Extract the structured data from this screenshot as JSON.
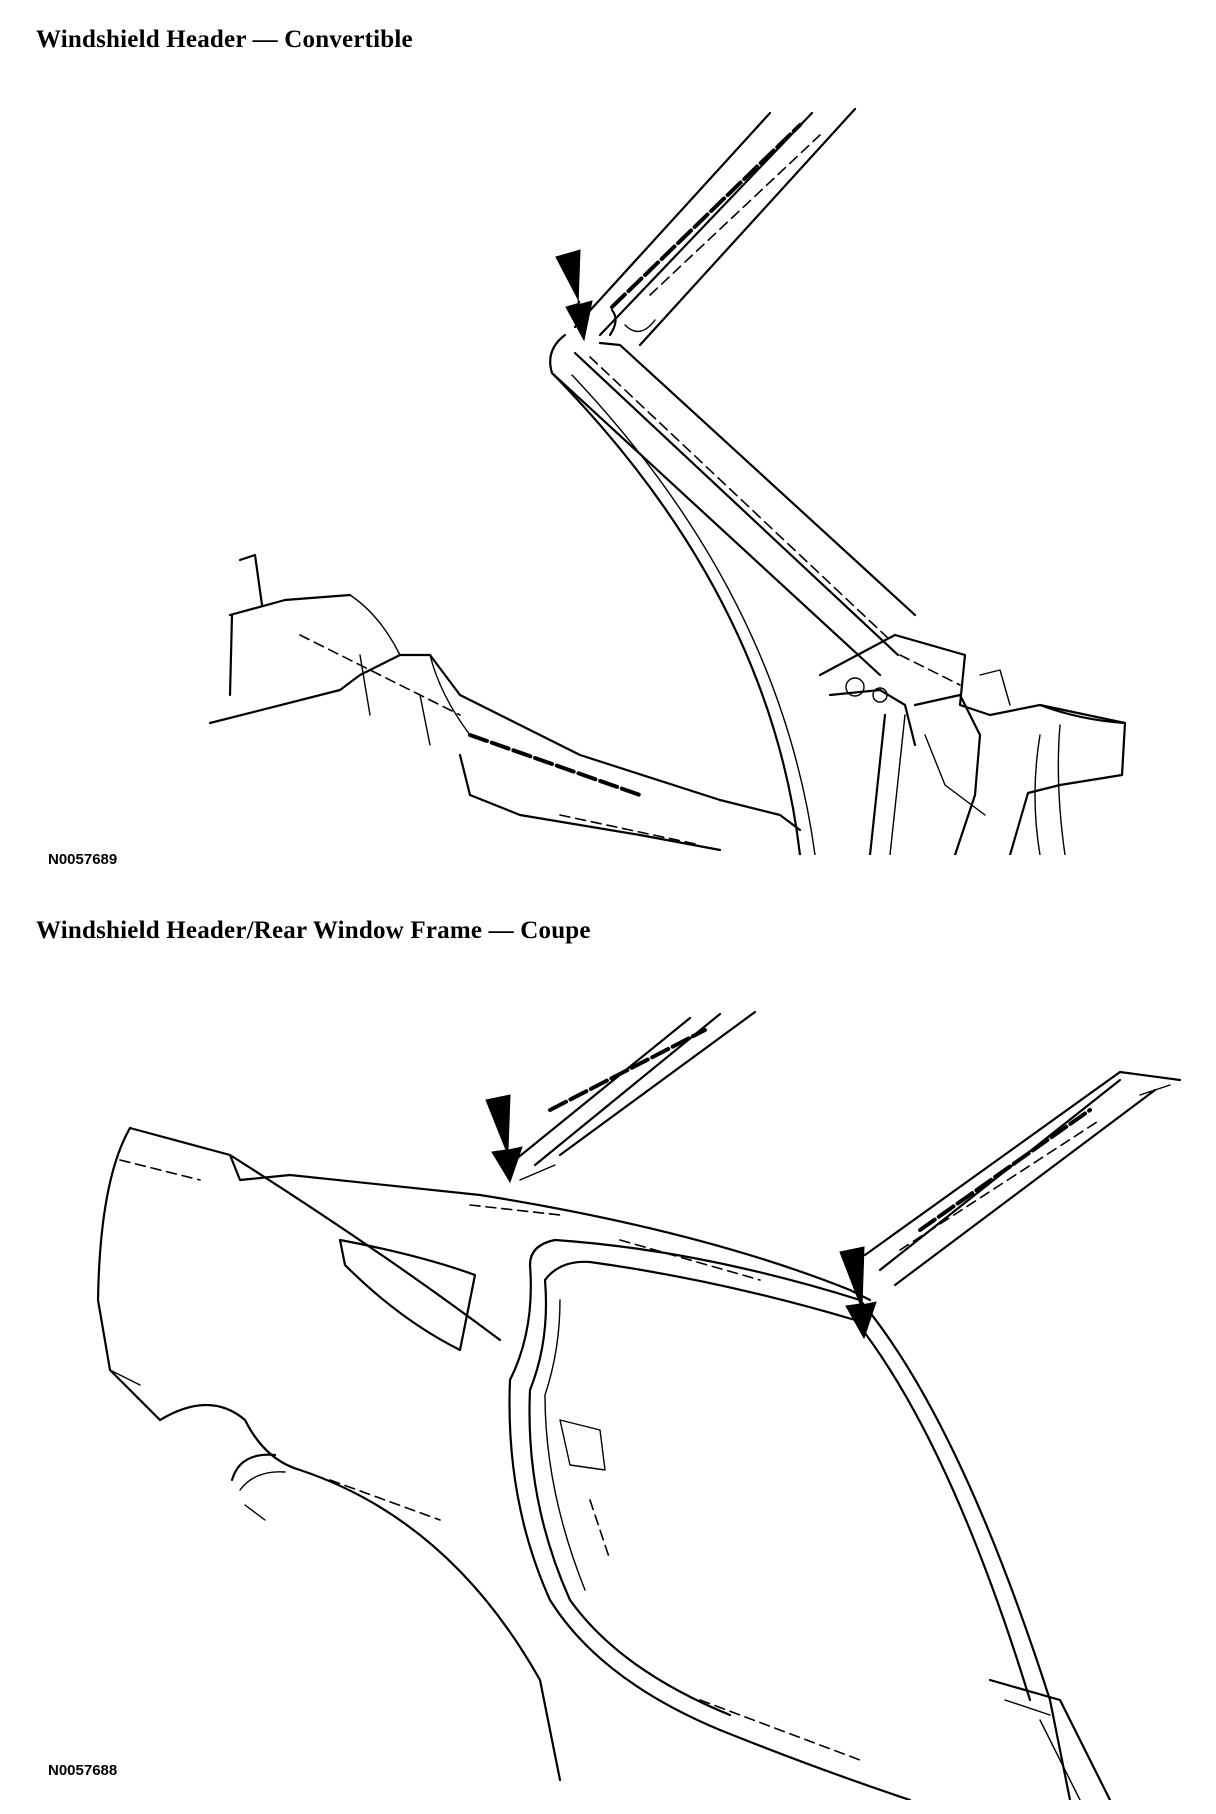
{
  "figures": [
    {
      "title": "Windshield Header — Convertible",
      "figure_id": "N0057689"
    },
    {
      "title": "Windshield Header/Rear Window Frame — Coupe",
      "figure_id": "N0057688"
    }
  ],
  "colors": {
    "ink": "#000000",
    "background": "#ffffff"
  },
  "icons": [
    "callout-arrow-icon"
  ]
}
